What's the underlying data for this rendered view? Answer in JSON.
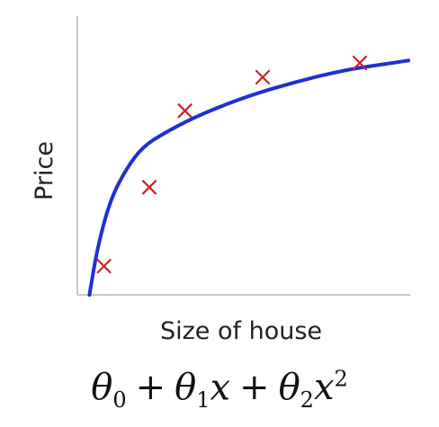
{
  "chart_data": {
    "type": "scatter",
    "xlabel": "Size of house",
    "ylabel": "Price",
    "xlim": [
      0,
      100
    ],
    "ylim": [
      0,
      100
    ],
    "grid": false,
    "points": [
      {
        "x": 6,
        "y": 12
      },
      {
        "x": 20,
        "y": 45
      },
      {
        "x": 31,
        "y": 77
      },
      {
        "x": 55,
        "y": 91
      },
      {
        "x": 85,
        "y": 97
      }
    ],
    "fit_curve": [
      {
        "x": 1.5,
        "y": 0
      },
      {
        "x": 4,
        "y": 20
      },
      {
        "x": 8,
        "y": 40
      },
      {
        "x": 13,
        "y": 53
      },
      {
        "x": 18,
        "y": 62
      },
      {
        "x": 25,
        "y": 68
      },
      {
        "x": 35,
        "y": 75
      },
      {
        "x": 50,
        "y": 83
      },
      {
        "x": 65,
        "y": 89
      },
      {
        "x": 80,
        "y": 94
      },
      {
        "x": 95,
        "y": 97
      },
      {
        "x": 100,
        "y": 98
      }
    ],
    "colors": {
      "points": "#cc2222",
      "curve": "#1f2fd6",
      "axes": "#c8c8c8"
    }
  },
  "formula": {
    "t0": "θ",
    "s0": "0",
    "plus1": "+",
    "t1": "θ",
    "s1": "1",
    "x1": "x",
    "plus2": "+",
    "t2": "θ",
    "s2": "2",
    "x2": "x",
    "p2": "2"
  }
}
